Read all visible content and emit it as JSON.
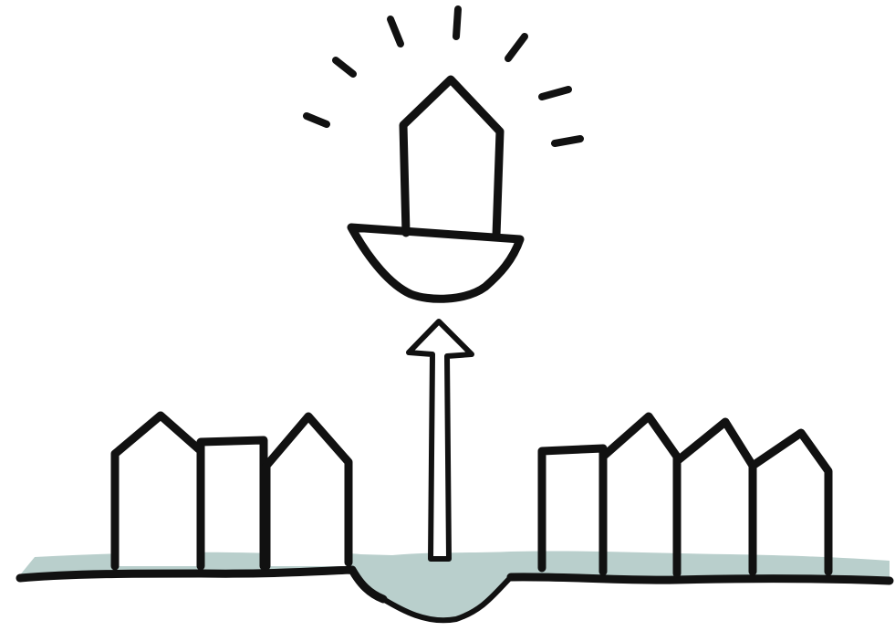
{
  "illustration": {
    "description_hidden": "",
    "colors": {
      "ink": "#111111",
      "ground_water": "#b9cfcc",
      "background": "#ffffff"
    },
    "elements": [
      "raised-house-icon",
      "floating-island",
      "light-rays",
      "up-arrow-icon",
      "left-house-row",
      "right-house-row",
      "ground-strip",
      "excavated-pit"
    ]
  }
}
